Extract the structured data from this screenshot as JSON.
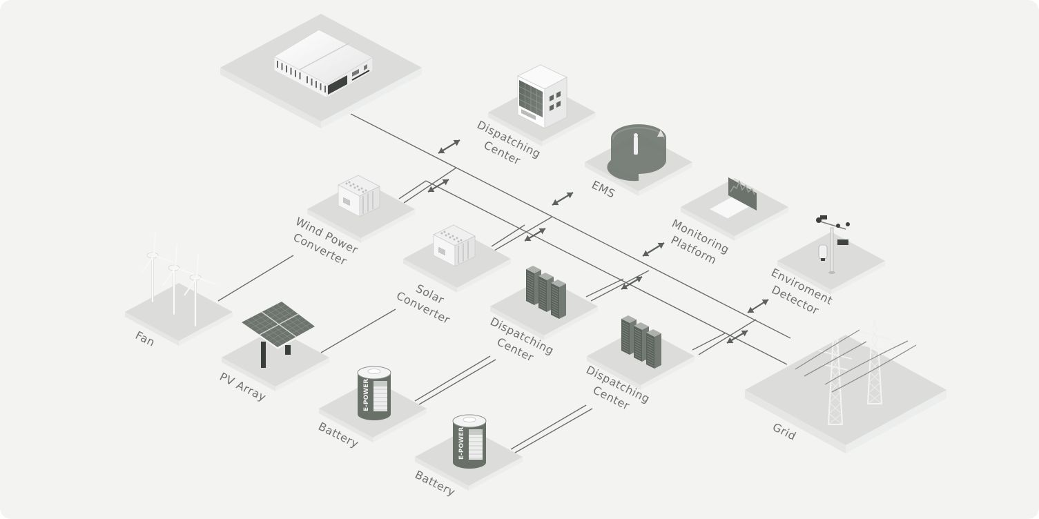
{
  "diagram": {
    "title": "Energy Management System Network",
    "colors": {
      "background": "#f3f3f2",
      "tile_top": "#dcdddb",
      "tile_side": "#e9eae8",
      "line": "#6b6d6b",
      "arrow": "#5d615d",
      "device_dark": "#6a716a",
      "label": "#6f716f"
    },
    "nodes": [
      {
        "id": "plant",
        "kind": "factory",
        "label_lines": []
      },
      {
        "id": "dispatch-top",
        "kind": "office-building",
        "label_lines": [
          "Dispatching",
          "Center"
        ]
      },
      {
        "id": "ems",
        "kind": "panorama-screen",
        "label_lines": [
          "EMS"
        ]
      },
      {
        "id": "monitoring",
        "kind": "laptop",
        "label_lines": [
          "Monitoring",
          "Platform"
        ]
      },
      {
        "id": "env-detector",
        "kind": "weather-station",
        "label_lines": [
          "Enviroment",
          "Detector"
        ]
      },
      {
        "id": "wind-converter",
        "kind": "converter-cabinet",
        "label_lines": [
          "Wind Power",
          "Converter"
        ]
      },
      {
        "id": "solar-converter",
        "kind": "converter-cabinet",
        "label_lines": [
          "Solar",
          "Converter"
        ]
      },
      {
        "id": "dispatch-mid",
        "kind": "server-racks",
        "label_lines": [
          "Dispatching",
          "Center"
        ]
      },
      {
        "id": "dispatch-low",
        "kind": "server-racks",
        "label_lines": [
          "Dispatching",
          "Center"
        ]
      },
      {
        "id": "fan",
        "kind": "wind-turbines",
        "label_lines": [
          "Fan"
        ]
      },
      {
        "id": "pv",
        "kind": "solar-panel",
        "label_lines": [
          "PV Array"
        ]
      },
      {
        "id": "battery-1",
        "kind": "battery",
        "label_lines": [
          "Battery"
        ],
        "brand": "E-POWER"
      },
      {
        "id": "battery-2",
        "kind": "battery",
        "label_lines": [
          "Battery"
        ],
        "brand": "E-POWER"
      },
      {
        "id": "grid",
        "kind": "transmission-towers",
        "label_lines": [
          "Grid"
        ]
      }
    ],
    "links": [
      {
        "from": "plant",
        "to": "grid",
        "type": "single"
      },
      {
        "from": "wind-converter",
        "to": "grid",
        "type": "double",
        "bidirectional": true
      },
      {
        "from": "solar-converter",
        "to": "grid",
        "type": "double",
        "bidirectional": true
      },
      {
        "from": "dispatch-mid",
        "to": "grid",
        "type": "double",
        "bidirectional": true
      },
      {
        "from": "dispatch-low",
        "to": "grid",
        "type": "double",
        "bidirectional": true
      },
      {
        "from": "dispatch-top",
        "to": "bus",
        "type": "arrow",
        "bidirectional": true
      },
      {
        "from": "ems",
        "to": "bus",
        "type": "arrow",
        "bidirectional": true
      },
      {
        "from": "monitoring",
        "to": "bus",
        "type": "arrow",
        "bidirectional": true
      },
      {
        "from": "env-detector",
        "to": "bus",
        "type": "arrow",
        "bidirectional": true
      },
      {
        "from": "fan",
        "to": "wind-converter",
        "type": "single"
      },
      {
        "from": "pv",
        "to": "solar-converter",
        "type": "single"
      },
      {
        "from": "battery-1",
        "to": "dispatch-mid",
        "type": "double"
      },
      {
        "from": "battery-2",
        "to": "dispatch-low",
        "type": "double"
      }
    ]
  }
}
